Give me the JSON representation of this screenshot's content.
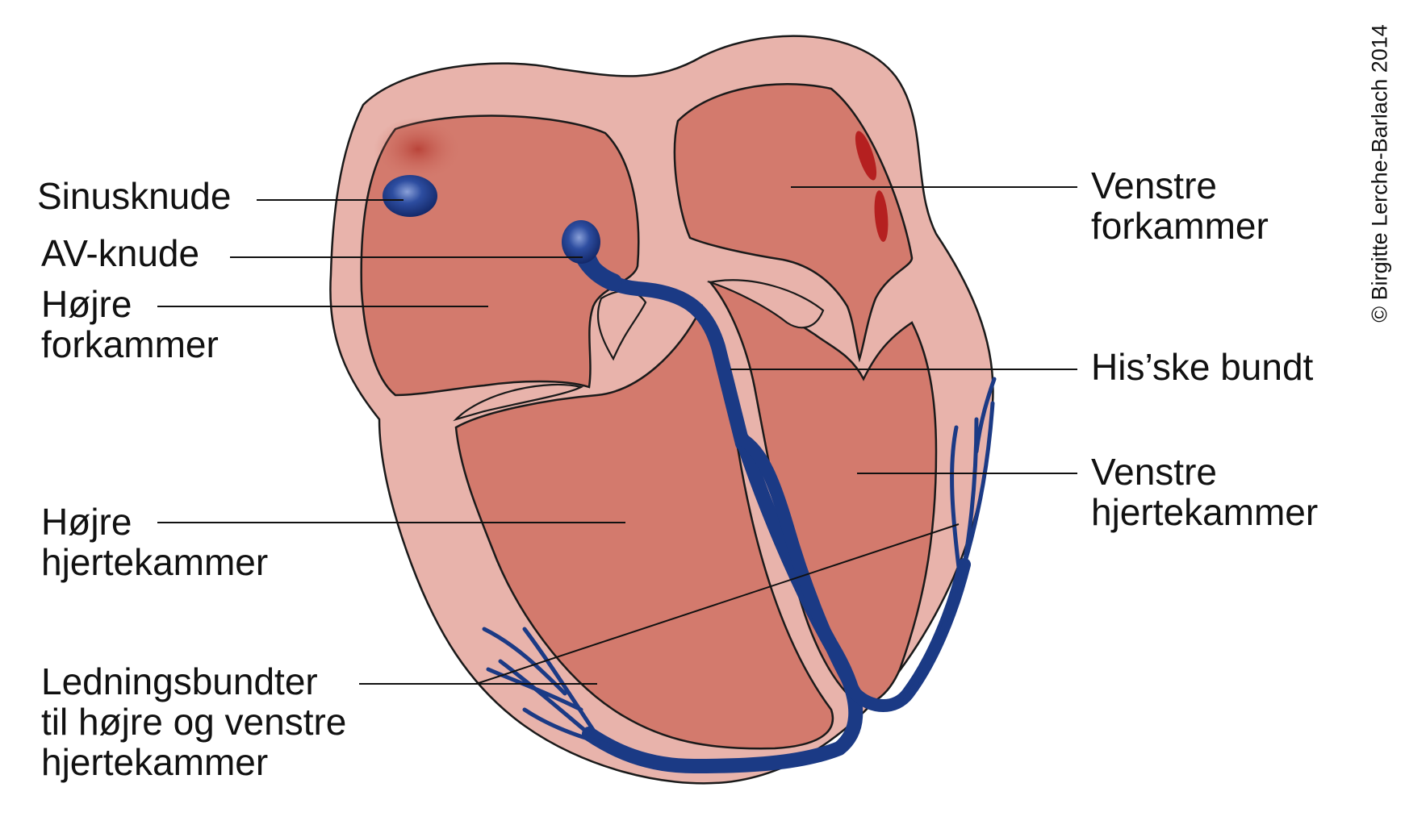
{
  "labels": {
    "sinusknude": "Sinusknude",
    "av_knude": "AV-knude",
    "hojre_forkammer": [
      "Højre",
      "forkammer"
    ],
    "hojre_hjertekammer": [
      "Højre",
      "hjertekammer"
    ],
    "ledningsbundter": [
      "Ledningsbundter",
      "til højre og venstre",
      "hjertekammer"
    ],
    "venstre_forkammer": [
      "Venstre",
      "forkammer"
    ],
    "his_ske_bundt": "His’ske bundt",
    "venstre_hjertekammer": [
      "Venstre",
      "hjertekammer"
    ]
  },
  "copyright": "© Birgitte Lerche-Barlach 2014",
  "colors": {
    "wall": "#e8b3ab",
    "chamber": "#d37a6d",
    "conduction": "#1b3a85",
    "outline": "#1a1a1a",
    "valve_red": "#b52020"
  }
}
